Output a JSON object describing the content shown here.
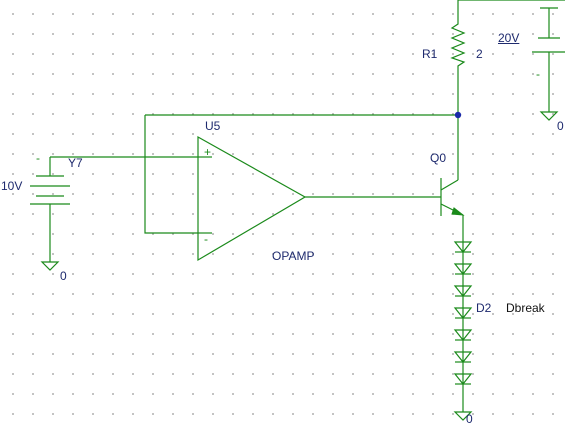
{
  "colors": {
    "wire": "#1b8a1b",
    "label": "#1e2a6e",
    "junction": "#1a2aa8",
    "grid": "#b4b4b4"
  },
  "components": {
    "resistor": {
      "ref": "R1",
      "value": "2"
    },
    "supply_top": {
      "value": "20V"
    },
    "supply_left": {
      "value": "10V",
      "net": "Y7"
    },
    "opamp": {
      "ref": "U5",
      "model": "OPAMP",
      "plus": "+",
      "minus": "-"
    },
    "transistor": {
      "ref": "Q0"
    },
    "diode": {
      "ref": "D2",
      "model": "Dbreak"
    },
    "grounds": {
      "left": "0",
      "right": "0",
      "bottom": "0"
    },
    "pin_marks": {
      "battery_top": "-",
      "battery_left": "-"
    }
  }
}
